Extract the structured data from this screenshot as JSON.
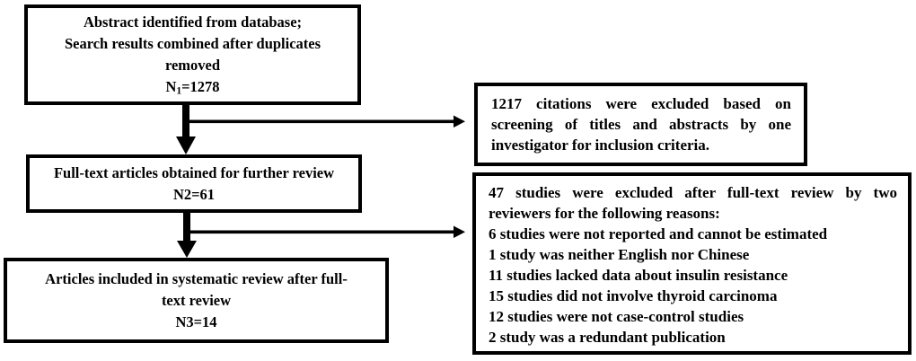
{
  "diagram": {
    "type": "study-selection-flowchart",
    "colors": {
      "border": "#000000",
      "text": "#000000",
      "background": "#ffffff"
    },
    "boxes": {
      "identified": {
        "lines": [
          "Abstract identified from database;",
          "Search results combined after duplicates",
          "removed"
        ],
        "n": {
          "prefix": "N",
          "sub": "1",
          "rest": "=1278"
        }
      },
      "fulltext": {
        "lines": [
          "Full-text articles obtained for further review",
          "N2=61"
        ]
      },
      "included": {
        "lines": [
          "Articles included in systematic review after full-",
          "text review",
          "N3=14"
        ]
      },
      "excluded_screening": {
        "lines": [
          "1217 citations were excluded based on",
          "screening of titles and abstracts by one",
          "investigator for inclusion criteria."
        ]
      },
      "excluded_fulltext": {
        "intro": [
          "47 studies were excluded after full-text review by two",
          "reviewers for the following reasons:"
        ],
        "reasons": [
          "6 studies were not reported and cannot be estimated",
          "1 study was neither English nor Chinese",
          "11 studies lacked data about insulin resistance",
          "15 studies did not involve thyroid carcinoma",
          "12 studies were not case-control studies",
          "2 study was a redundant publication"
        ]
      }
    }
  }
}
